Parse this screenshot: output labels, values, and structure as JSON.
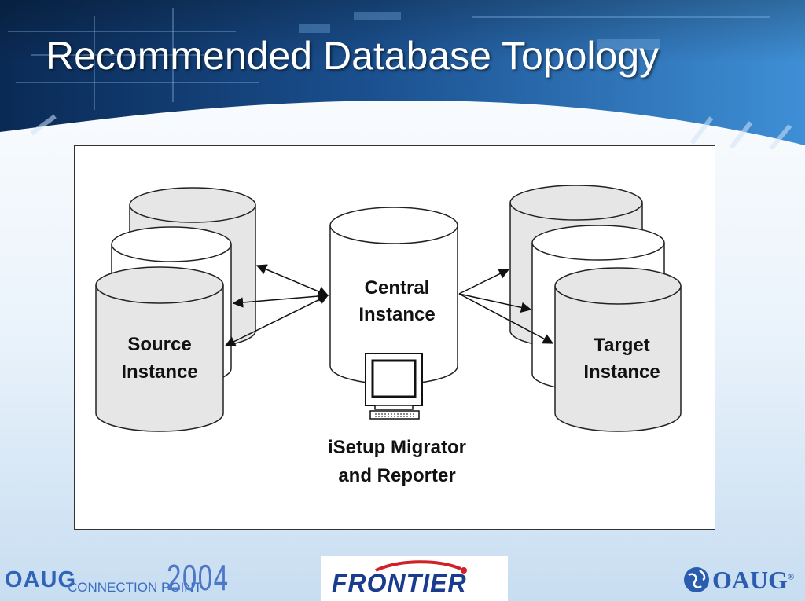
{
  "slide": {
    "title": "Recommended Database Topology"
  },
  "diagram": {
    "source_label_line1": "Source",
    "source_label_line2": "Instance",
    "central_label_line1": "Central",
    "central_label_line2": "Instance",
    "target_label_line1": "Target",
    "target_label_line2": "Instance",
    "tool_label_line1": "iSetup Migrator",
    "tool_label_line2": "and Reporter"
  },
  "footer": {
    "left_brand": "OAUG",
    "left_event": "CONNECTION POINT",
    "left_year": "2004",
    "center_logo": "FRONTIER",
    "right_brand": "OAUG",
    "right_mark": "®"
  },
  "colors": {
    "header_blue": "#1d5aa0",
    "cylinder_grey": "#e6e6e6",
    "logo_blue": "#2a5db0",
    "frontier_red": "#d0202a"
  }
}
